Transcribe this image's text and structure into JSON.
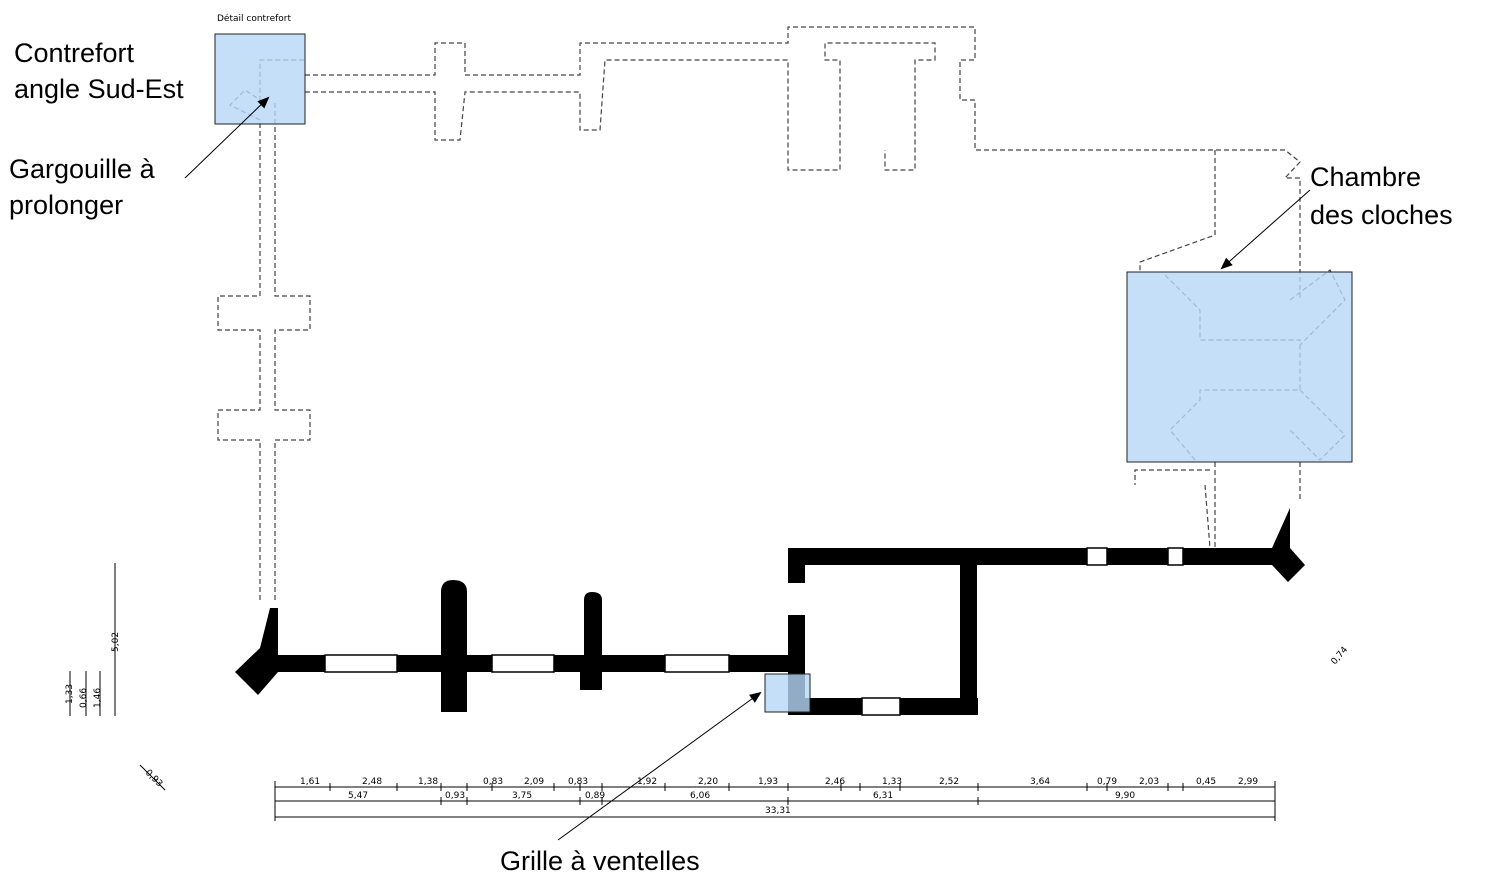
{
  "annotations": {
    "detail": "Détail contrefort",
    "buttress_line1": "Contrefort",
    "buttress_line2": "angle Sud-Est",
    "gargoyle_line1": "Gargouille à",
    "gargoyle_line2": "prolonger",
    "chamber_line1": "Chambre",
    "chamber_line2": "des cloches",
    "grille": "Grille à ventelles"
  },
  "dimensions": {
    "row1": [
      "1,61",
      "2,48",
      "1,38",
      "0,83",
      "2,09",
      "0,83",
      "1,92",
      "2,20",
      "1,93",
      "2,46",
      "1,33",
      "2,52",
      "3,64",
      "0,79",
      "2,03",
      "0,45",
      "2,99"
    ],
    "row2": [
      "5,47",
      "0,93",
      "3,75",
      "0,89",
      "6,06",
      "6,31",
      "9,90"
    ],
    "total": "33,31",
    "vertical_main": "5,02",
    "vertical_small": [
      "1,33",
      "0,66",
      "1,46"
    ],
    "diag_left": "0,93",
    "diag_right": "0,74"
  }
}
